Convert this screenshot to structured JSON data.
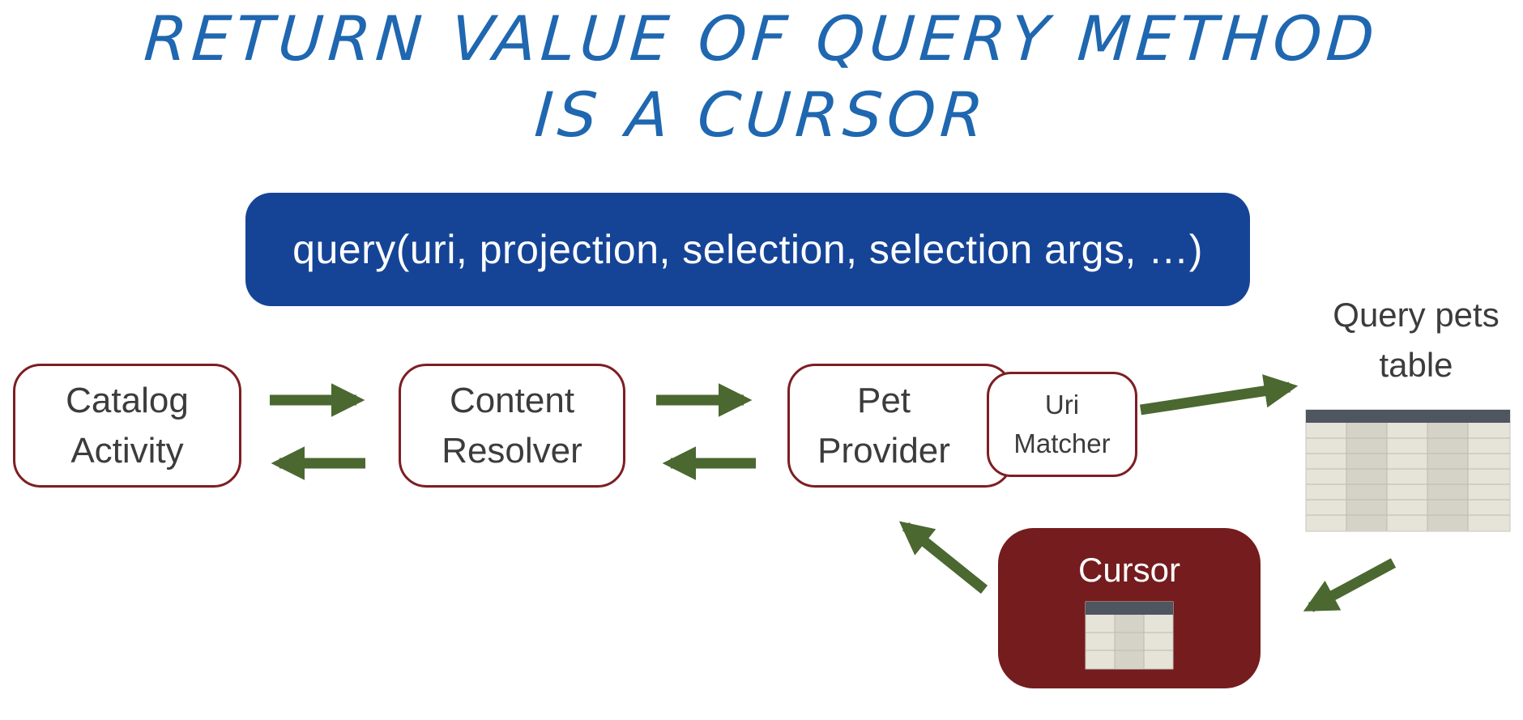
{
  "title": {
    "line1": "RETURN VALUE OF QUERY METHOD",
    "line2": "IS A CURSOR"
  },
  "query_call": "query(uri, projection, selection, selection args, …)",
  "nodes": {
    "catalog": {
      "line1": "Catalog",
      "line2": "Activity"
    },
    "resolver": {
      "line1": "Content",
      "line2": "Resolver"
    },
    "provider": {
      "line1": "Pet",
      "line2": "Provider"
    },
    "matcher": {
      "line1": "Uri",
      "line2": "Matcher"
    },
    "cursor": {
      "label": "Cursor"
    }
  },
  "table_label": {
    "line1": "Query pets",
    "line2": "table"
  },
  "colors": {
    "title": "#1f67b0",
    "query_bar": "#154497",
    "node_border": "#7d1e23",
    "cursor_fill": "#741c1e",
    "arrow": "#4a6830",
    "table_header": "#4e5661",
    "table_cell": "#e6e3d8",
    "table_cell_dark": "#d5d2c8"
  }
}
